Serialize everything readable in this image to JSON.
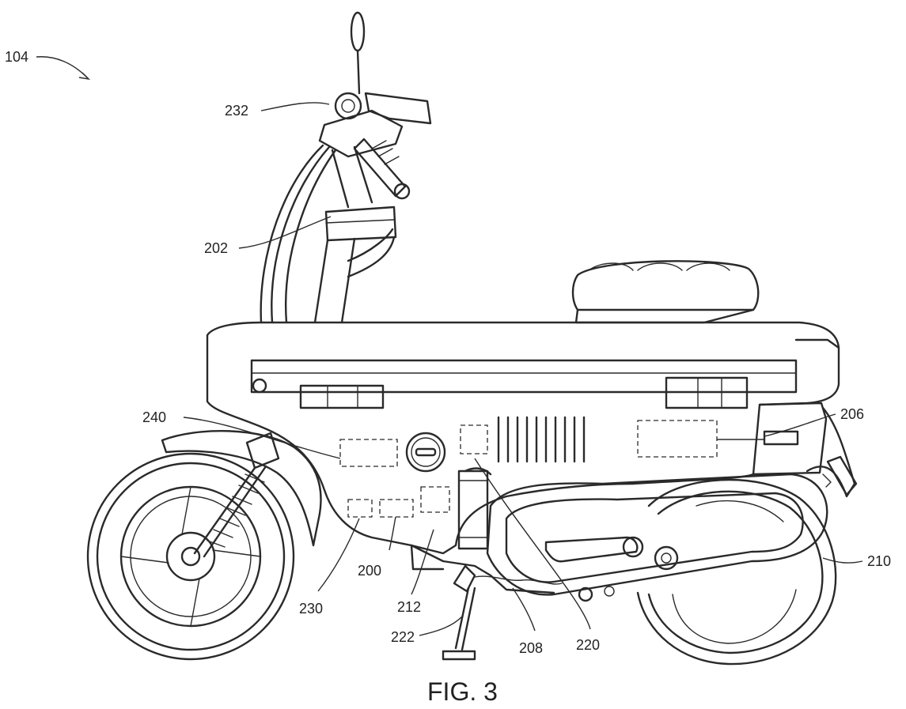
{
  "figure": {
    "caption": "FIG. 3",
    "overall_label": "104",
    "reference_numerals": {
      "r232": "232",
      "r202": "202",
      "r240": "240",
      "r206": "206",
      "r210": "210",
      "r230": "230",
      "r200": "200",
      "r212": "212",
      "r222": "222",
      "r208": "208",
      "r220": "220"
    }
  }
}
